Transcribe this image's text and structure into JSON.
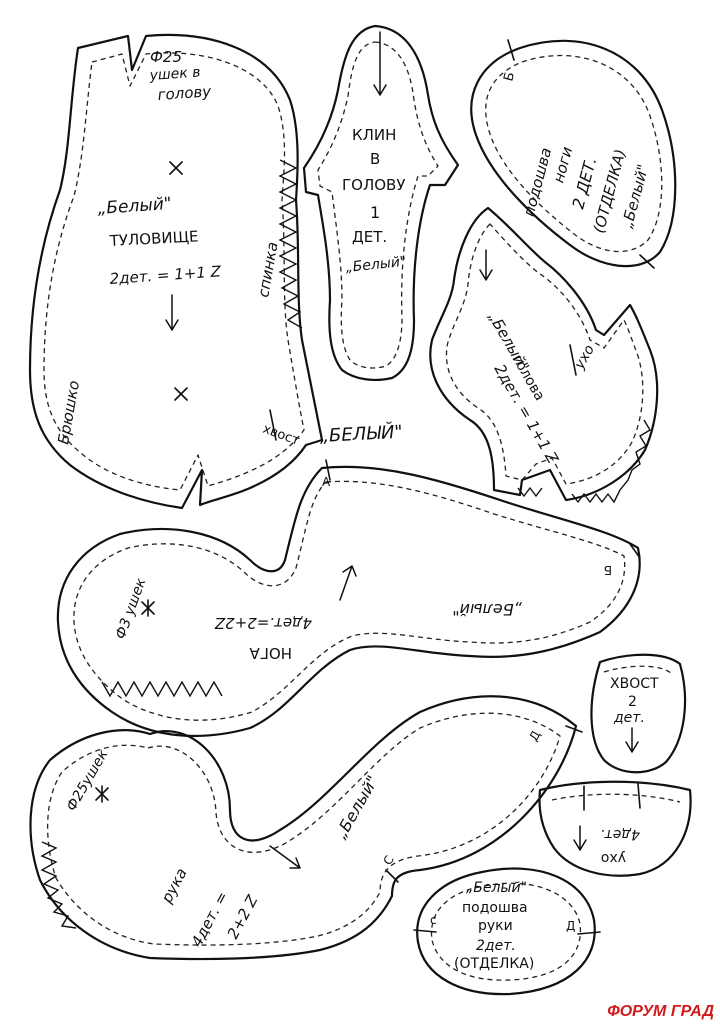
{
  "pieces": {
    "body": {
      "name_label": "„Белый\"",
      "title": "ТУЛОВИЩЕ",
      "count": "2дет. = 1+1 Z",
      "eye_note_1": "Ф25",
      "eye_note_2": "ушек в",
      "eye_note_3": "голову",
      "back_label": "спинка",
      "belly_label": "Брюшко",
      "tail_label": "хвост"
    },
    "head_wedge": {
      "line1": "КЛИН",
      "line2": "В",
      "line3": "ГОЛОВУ",
      "line4": "1",
      "line5": "ДЕТ.",
      "name_label": "„Белый\""
    },
    "foot_sole": {
      "line1": "подошва",
      "line2": "ноги",
      "line3": "2 ДЕТ.",
      "line4": "(ОТДЕЛКА)",
      "name_label": "„Белый\"",
      "mark": "Б"
    },
    "head": {
      "name_label": "„Белый\"",
      "title": "голова",
      "count": "2дет. = 1+1 Z",
      "ear_label": "ухо"
    },
    "center_name": "„БЕЛЫЙ\"",
    "leg": {
      "title": "НОГА",
      "count": "4дет.=2+2Z",
      "name_label": "„Белый\"",
      "eye_note": "Ф3 ушек",
      "mark_a": "А",
      "mark_b": "Б"
    },
    "tail": {
      "line1": "ХВОСТ",
      "line2": "2",
      "line3": "дет."
    },
    "ear": {
      "title": "ухо",
      "count": "4дет."
    },
    "arm": {
      "title": "рука",
      "count_1": "4дет. =",
      "count_2": "2+2 Z",
      "eye_note": "Ф25ушек",
      "name_label": "„Белый\"",
      "mark_c": "С",
      "mark_d": "Д"
    },
    "hand_sole": {
      "line1": "„Белый\"",
      "line2": "подошва",
      "line3": "руки",
      "line4": "2дет.",
      "line5": "(ОТДЕЛКА)",
      "mark_c": "с",
      "mark_d": "Д"
    }
  },
  "watermark": {
    "text": "ФОРУМ ГРАД",
    "color": "#d11a1a"
  }
}
